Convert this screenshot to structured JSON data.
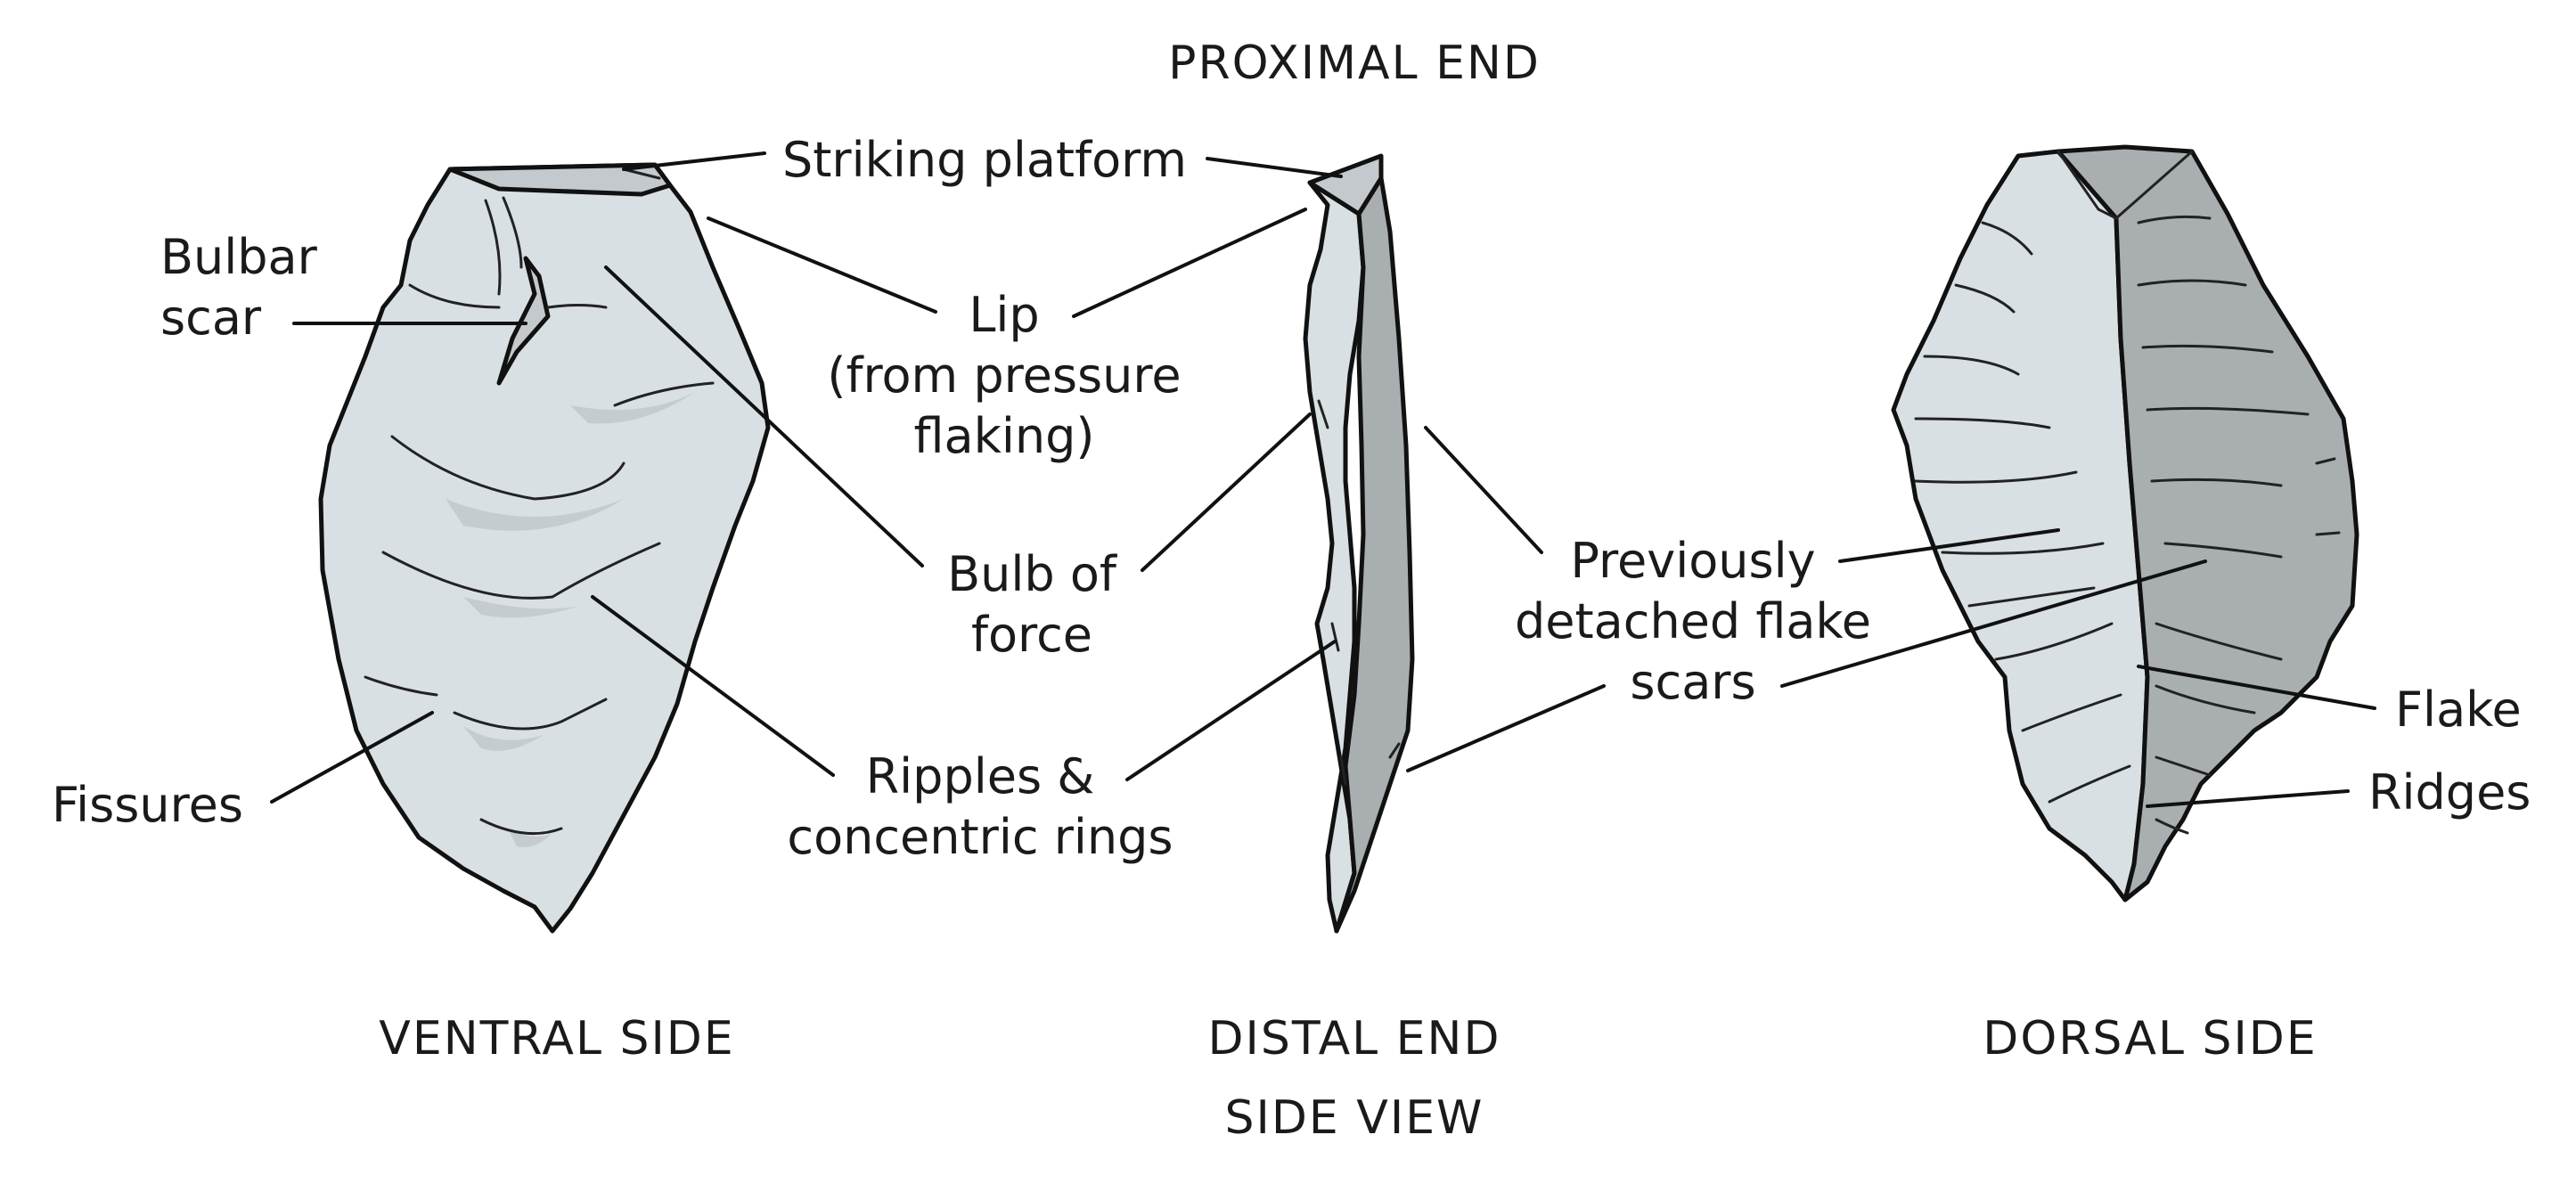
{
  "captions": {
    "proximal_end": "PROXIMAL END",
    "ventral_side": "VENTRAL SIDE",
    "distal_end": "DISTAL END",
    "side_view": "SIDE VIEW",
    "dorsal_side": "DORSAL SIDE"
  },
  "labels": {
    "striking_platform": "Striking platform",
    "bulbar_scar": [
      "Bulbar",
      "scar"
    ],
    "lip": [
      "Lip",
      "(from pressure",
      "flaking)"
    ],
    "bulb_of_force": [
      "Bulb of",
      "force"
    ],
    "fissures": "Fissures",
    "ripples": [
      "Ripples &",
      "concentric rings"
    ],
    "previously_detached": [
      "Previously",
      "detached flake",
      "scars"
    ],
    "flake": "Flake",
    "ridges": "Ridges"
  },
  "colors": {
    "stone_light": "#d9e0e4",
    "stone_mid": "#c3c9cc",
    "stone_dark": "#a9aeb1",
    "outline": "#111111"
  }
}
